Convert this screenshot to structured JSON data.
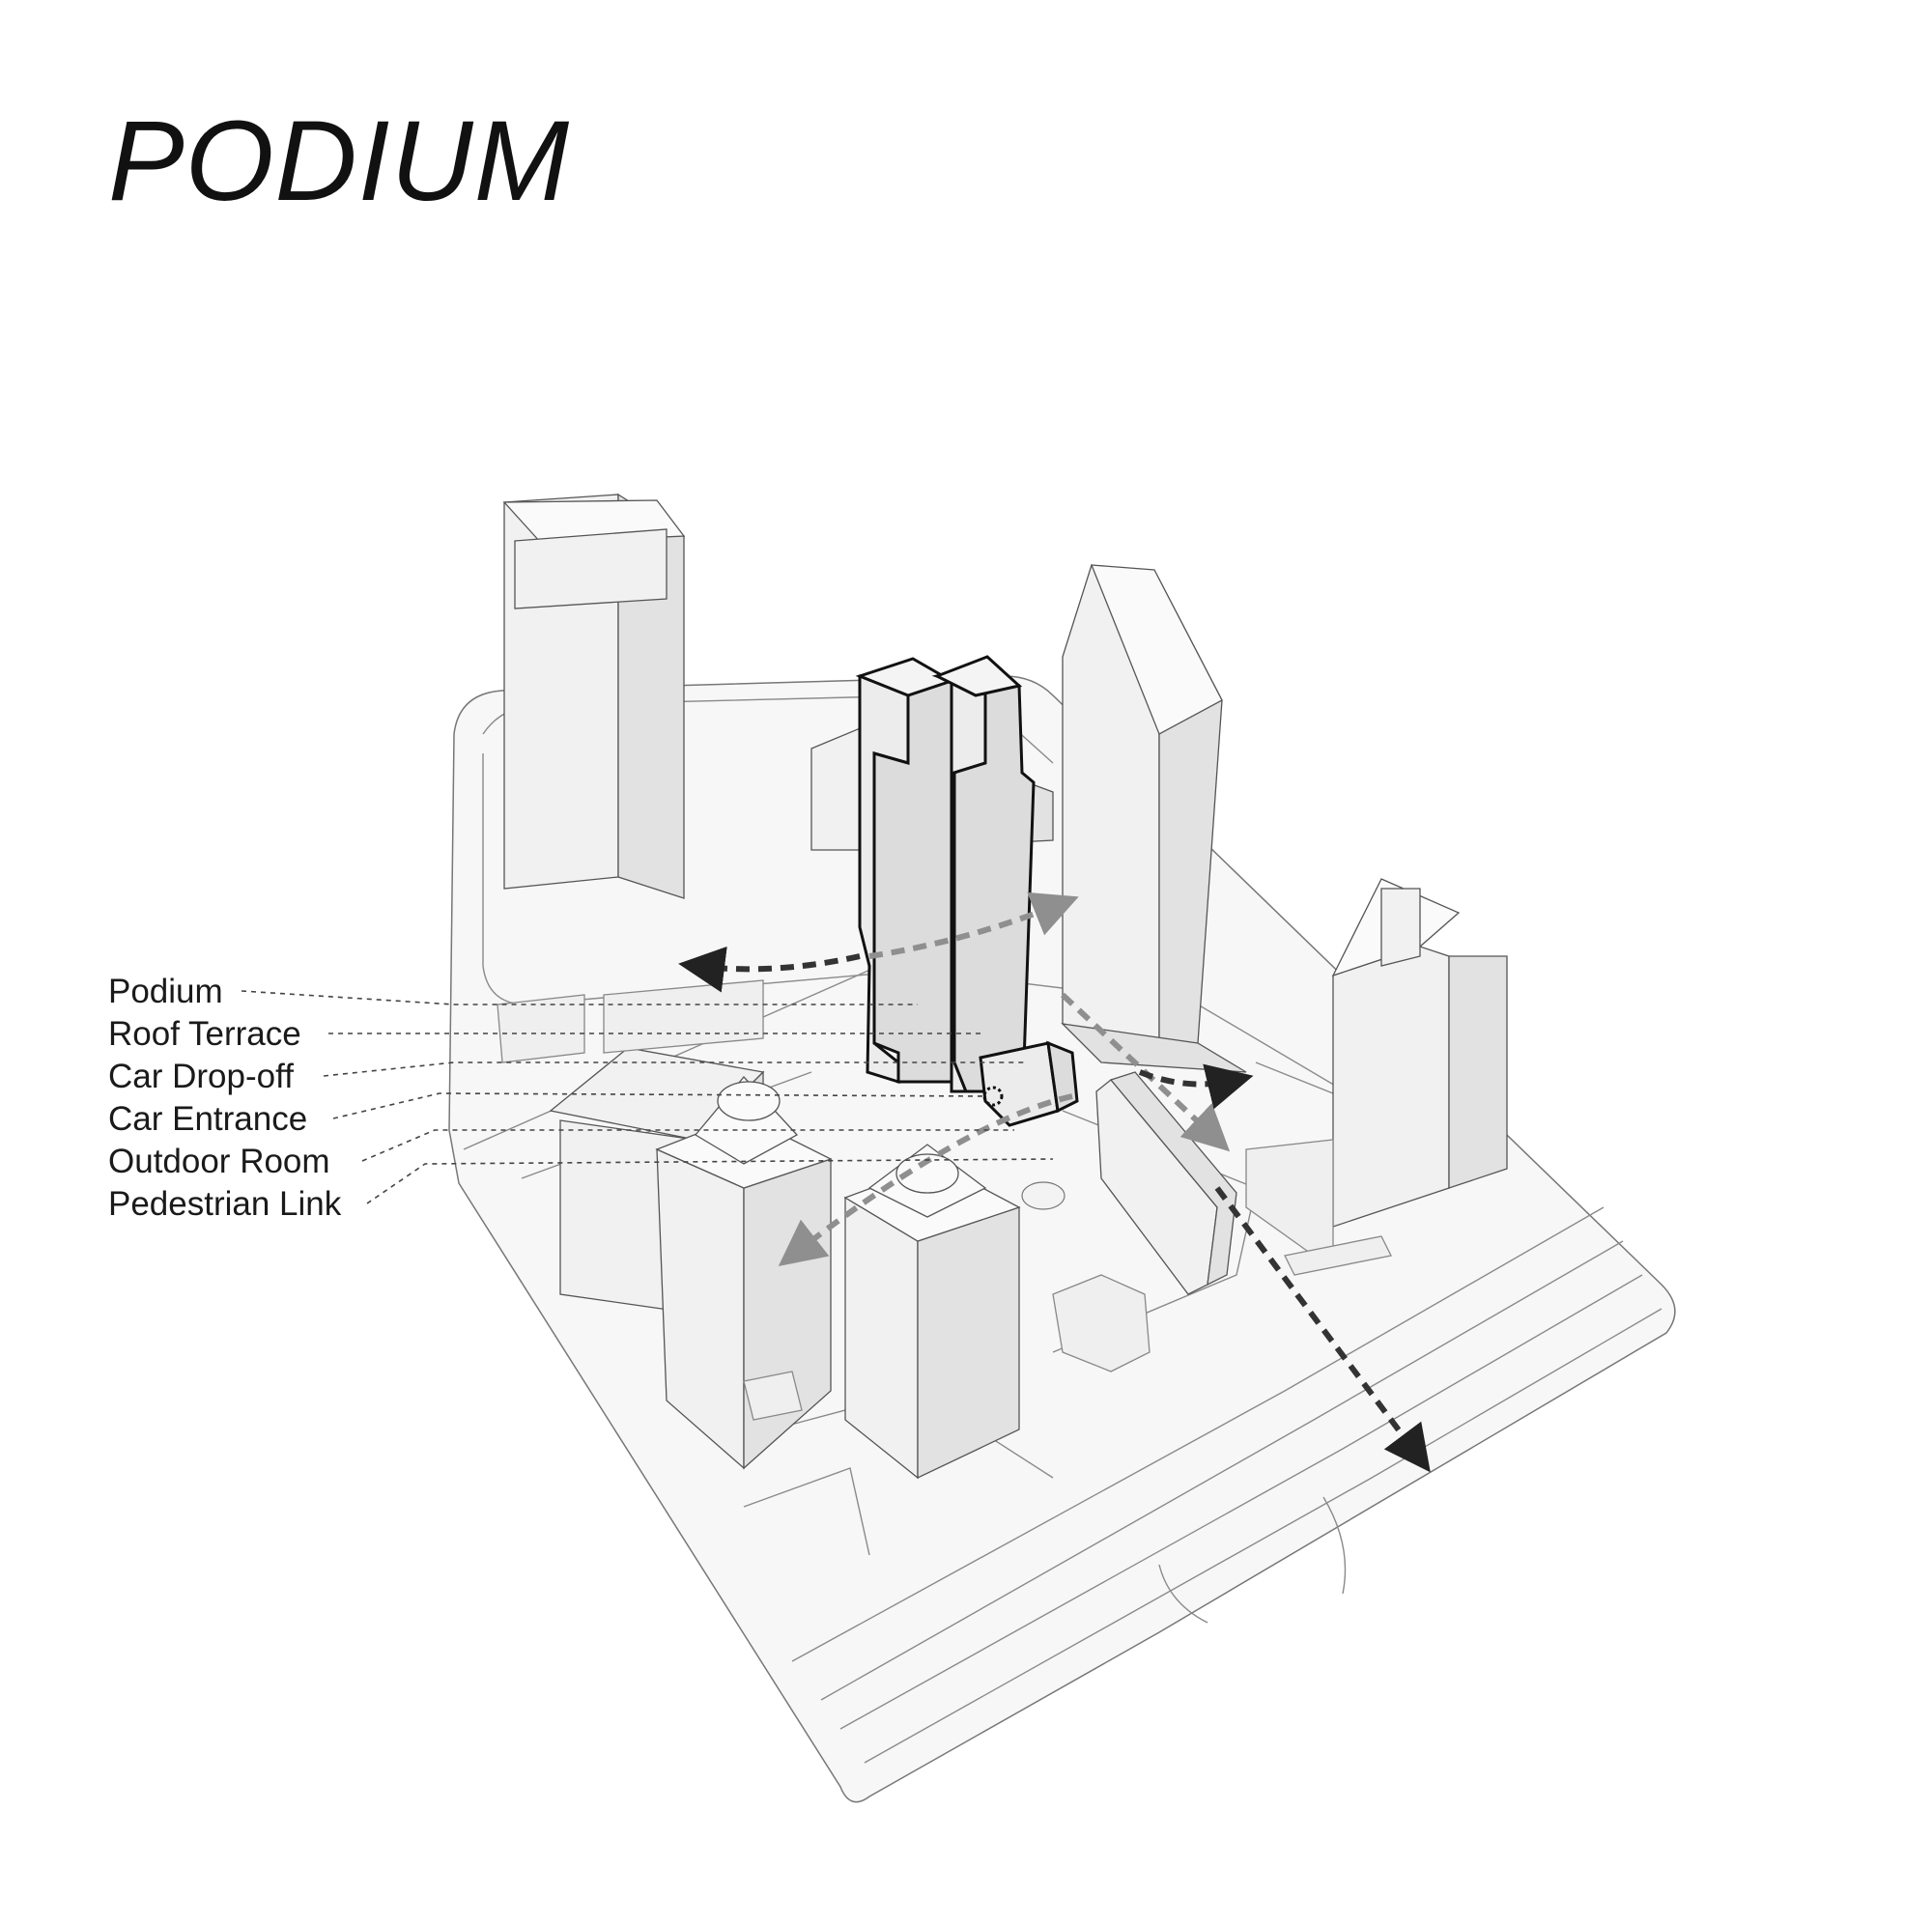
{
  "title": "PODIUM",
  "legend": [
    {
      "id": "podium",
      "label": "Podium"
    },
    {
      "id": "roof-terrace",
      "label": "Roof Terrace"
    },
    {
      "id": "car-drop-off",
      "label": "Car Drop-off"
    },
    {
      "id": "car-entrance",
      "label": "Car Entrance"
    },
    {
      "id": "outdoor-room",
      "label": "Outdoor Room"
    },
    {
      "id": "pedestrian-link",
      "label": "Pedestrian Link"
    }
  ],
  "colors": {
    "background": "#ffffff",
    "highlight_outline": "#111111",
    "context_buildings": "#eeeeee",
    "arrow_dark": "#333333",
    "arrow_grey": "#8f8f8f"
  }
}
